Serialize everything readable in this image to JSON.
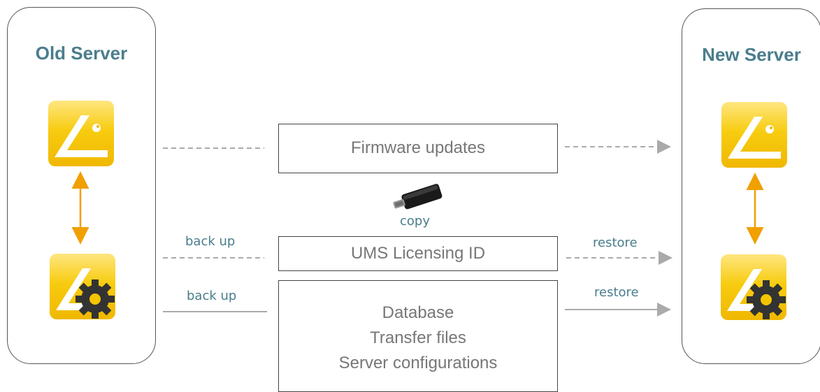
{
  "servers": {
    "old": {
      "title": "Old Server"
    },
    "new": {
      "title": "New Server"
    }
  },
  "boxes": {
    "firmware": {
      "lines": [
        "Firmware updates"
      ]
    },
    "licensing": {
      "lines": [
        "UMS Licensing ID"
      ]
    },
    "data": {
      "lines": [
        "Database",
        "Transfer files",
        "Server configurations"
      ]
    }
  },
  "labels": {
    "copy": "copy",
    "backup_licensing": "back up",
    "backup_data": "back up",
    "restore_licensing": "restore",
    "restore_data": "restore"
  },
  "icons": {
    "ums_server": "ums-server-icon",
    "ums_console": "ums-console-gear-icon",
    "usb_dongle": "usb-dongle-icon"
  },
  "colors": {
    "title": "#4a7d8c",
    "icon_yellow": "#f5c400",
    "arrow_orange": "#f0a000",
    "arrow_gray": "#aaaaaa"
  }
}
